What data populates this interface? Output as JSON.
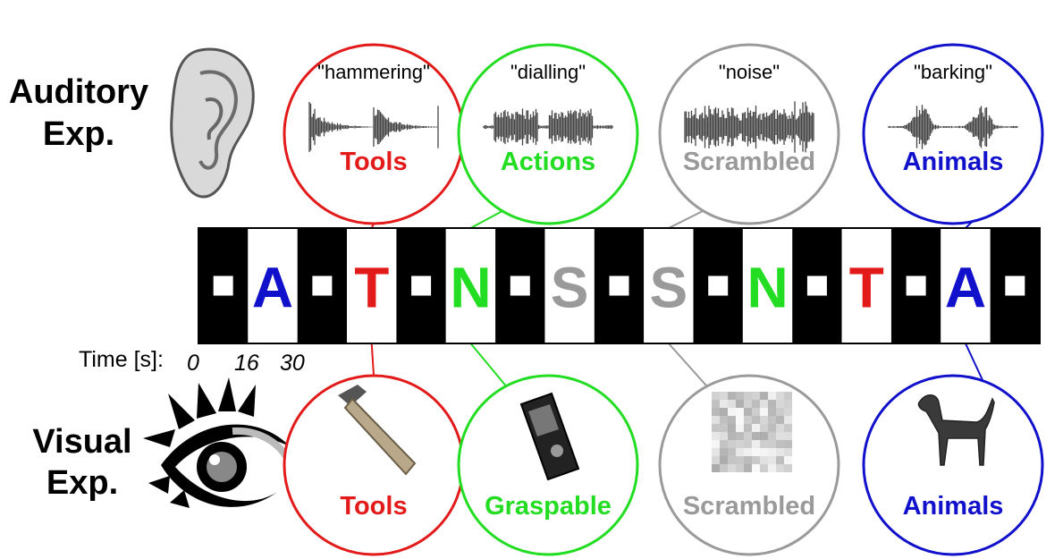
{
  "colors": {
    "tools": "#e31a1a",
    "actions": "#22dd22",
    "scrambled": "#9a9a9a",
    "animals": "#1111cc",
    "block_black": "#000000",
    "block_white": "#ffffff"
  },
  "auditory": {
    "title_line1": "Auditory",
    "title_line2": "Exp.",
    "icon": "ear-icon",
    "circles": [
      {
        "quote": "\"hammering\"",
        "label": "Tools",
        "category": "tools"
      },
      {
        "quote": "\"dialling\"",
        "label": "Actions",
        "category": "actions"
      },
      {
        "quote": "\"noise\"",
        "label": "Scrambled",
        "category": "scrambled"
      },
      {
        "quote": "\"barking\"",
        "label": "Animals",
        "category": "animals"
      }
    ]
  },
  "visual": {
    "title_line1": "Visual",
    "title_line2": "Exp.",
    "icon": "eye-icon",
    "circles": [
      {
        "label": "Tools",
        "category": "tools",
        "icon": "hammer-icon"
      },
      {
        "label": "Graspable",
        "category": "actions",
        "icon": "phone-icon"
      },
      {
        "label": "Scrambled",
        "category": "scrambled",
        "icon": "scrambled-noise-icon"
      },
      {
        "label": "Animals",
        "category": "animals",
        "icon": "dog-icon"
      }
    ]
  },
  "timeline": {
    "time_label": "Time [s]:",
    "ticks": [
      "0",
      "16",
      "30"
    ],
    "sequence": [
      {
        "letter": "",
        "category": "fixation"
      },
      {
        "letter": "A",
        "category": "animals"
      },
      {
        "letter": "",
        "category": "fixation"
      },
      {
        "letter": "T",
        "category": "tools"
      },
      {
        "letter": "",
        "category": "fixation"
      },
      {
        "letter": "N",
        "category": "actions"
      },
      {
        "letter": "",
        "category": "fixation"
      },
      {
        "letter": "S",
        "category": "scrambled"
      },
      {
        "letter": "",
        "category": "fixation"
      },
      {
        "letter": "S",
        "category": "scrambled"
      },
      {
        "letter": "",
        "category": "fixation"
      },
      {
        "letter": "N",
        "category": "actions"
      },
      {
        "letter": "",
        "category": "fixation"
      },
      {
        "letter": "T",
        "category": "tools"
      },
      {
        "letter": "",
        "category": "fixation"
      },
      {
        "letter": "A",
        "category": "animals"
      },
      {
        "letter": "",
        "category": "fixation"
      }
    ]
  }
}
